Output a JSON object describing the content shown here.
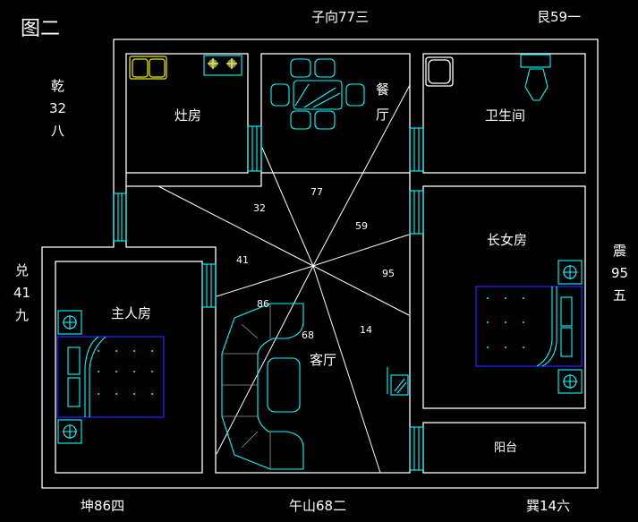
{
  "figure_label": "图二",
  "directions": {
    "north": "子向77三",
    "northeast": "艮59一",
    "northwest": [
      "乾",
      "32",
      "八"
    ],
    "west": [
      "兑",
      "41",
      "九"
    ],
    "east": [
      "震",
      "95",
      "五"
    ],
    "southwest": "坤86四",
    "south": "午山68二",
    "southeast": "巽14六"
  },
  "rooms": {
    "kitchen": "灶房",
    "dining": [
      "餐",
      "厅"
    ],
    "bathroom": "卫生间",
    "eldest_daughter_room": "长女房",
    "master_bedroom": "主人房",
    "living_room": "客厅",
    "balcony": "阳台"
  },
  "sector_numbers": [
    "77",
    "32",
    "59",
    "41",
    "95",
    "86",
    "68",
    "14"
  ]
}
